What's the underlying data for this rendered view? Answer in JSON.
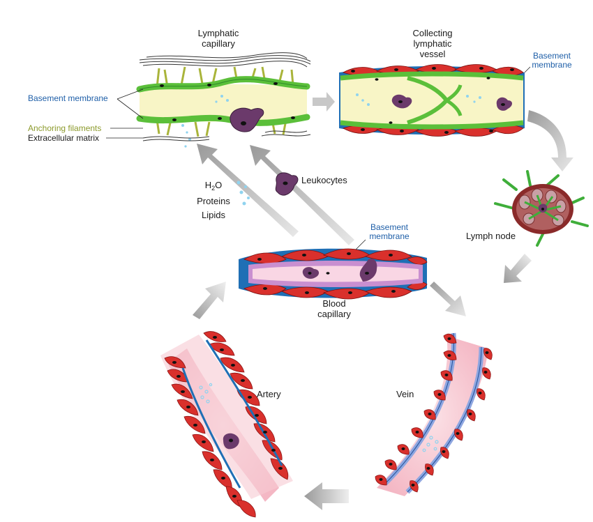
{
  "labels": {
    "lymphatic_capillary": "Lymphatic\ncapillary",
    "collecting_vessel": "Collecting\nlymphatic\nvessel",
    "basement_membrane_top_right": "Basement\nmembrane",
    "basement_membrane_left": "Basement membrane",
    "anchoring_filaments": "Anchoring filaments",
    "extracellular_matrix": "Extracellular matrix",
    "h2o_h": "H",
    "h2o_sub": "2",
    "h2o_o": "O",
    "proteins": "Proteins",
    "lipids": "Lipids",
    "leukocytes": "Leukocytes",
    "basement_membrane_blood": "Basement\nmembrane",
    "lymph_node": "Lymph node",
    "blood_capillary": "Blood\ncapillary",
    "artery": "Artery",
    "vein": "Vein"
  },
  "colors": {
    "lymph_fill": "#f8f5c6",
    "lymph_wall": "#5bbf3a",
    "basement_blue": "#1f6fb5",
    "muscle_red": "#d9302c",
    "muscle_dark": "#a51d1d",
    "blood_pink": "#f7c9d2",
    "capillary_purple": "#c98fd0",
    "leukocyte": "#6b3a6b",
    "arrow_gray": "#b8b8b8",
    "vein_blue": "#8ea6e0"
  }
}
